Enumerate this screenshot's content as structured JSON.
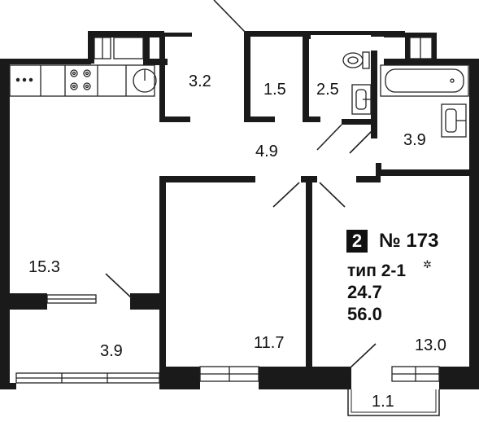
{
  "plan": {
    "rooms": [
      {
        "id": "kitchen-living",
        "area": "15.3"
      },
      {
        "id": "hall-closet",
        "area": "3.2"
      },
      {
        "id": "storage",
        "area": "1.5"
      },
      {
        "id": "wc",
        "area": "2.5"
      },
      {
        "id": "bathroom",
        "area": "3.9"
      },
      {
        "id": "corridor",
        "area": "4.9"
      },
      {
        "id": "loggia",
        "area": "3.9"
      },
      {
        "id": "bedroom-1",
        "area": "11.7"
      },
      {
        "id": "bedroom-2",
        "area": "13.0"
      },
      {
        "id": "balcony",
        "area": "1.1"
      }
    ],
    "apartment": {
      "rooms_count": "2",
      "number": "№ 173",
      "type": "тип 2-1",
      "type_mark": "✲",
      "living_area": "24.7",
      "total_area": "56.0"
    },
    "colors": {
      "wall": "#1a1a1a",
      "line": "#222222",
      "background": "#ffffff"
    }
  }
}
